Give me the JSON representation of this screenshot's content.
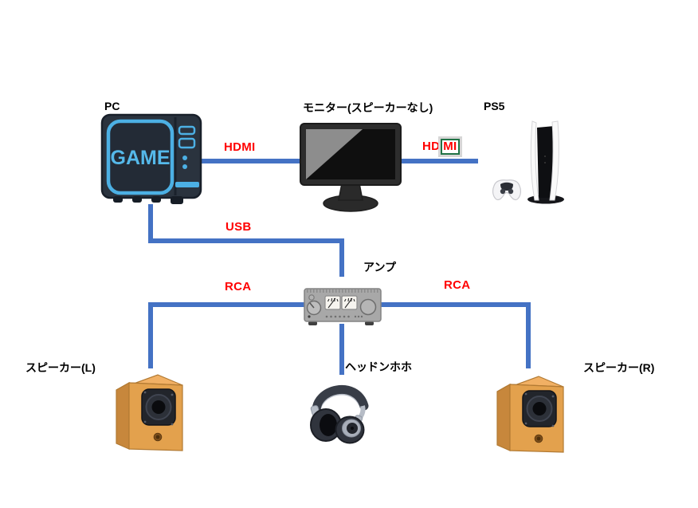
{
  "colors": {
    "connection_blue": "#4472C4",
    "cable_label_red": "#FF0000",
    "node_label_black": "#000000",
    "selection_box_green": "#217346",
    "selection_box_gray": "#D6D6D6"
  },
  "nodes": {
    "pc": {
      "label": "PC",
      "screen_text": "GAME",
      "art": "gaming-pc-tower"
    },
    "monitor": {
      "label": "モニター(スピーカーなし)",
      "art": "desktop-monitor"
    },
    "ps5": {
      "label": "PS5",
      "art": "ps5-console-with-dualsense-controller"
    },
    "amp": {
      "label": "アンプ",
      "art": "stereo-amplifier"
    },
    "speaker_l": {
      "label": "スピーカー(L)",
      "art": "wooden-speaker"
    },
    "headphones": {
      "label": "ヘッドンホホ",
      "art": "headphones"
    },
    "speaker_r": {
      "label": "スピーカー(R)",
      "art": "wooden-speaker"
    }
  },
  "cables": {
    "hdmi_pc_monitor": {
      "label": "HDMI"
    },
    "hdmi_monitor_ps5": {
      "prefix": "HD",
      "boxed": "MI"
    },
    "usb_pc_amp": {
      "label": "USB"
    },
    "rca_amp_speaker_l": {
      "label": "RCA"
    },
    "rca_amp_speaker_r": {
      "label": "RCA"
    }
  }
}
